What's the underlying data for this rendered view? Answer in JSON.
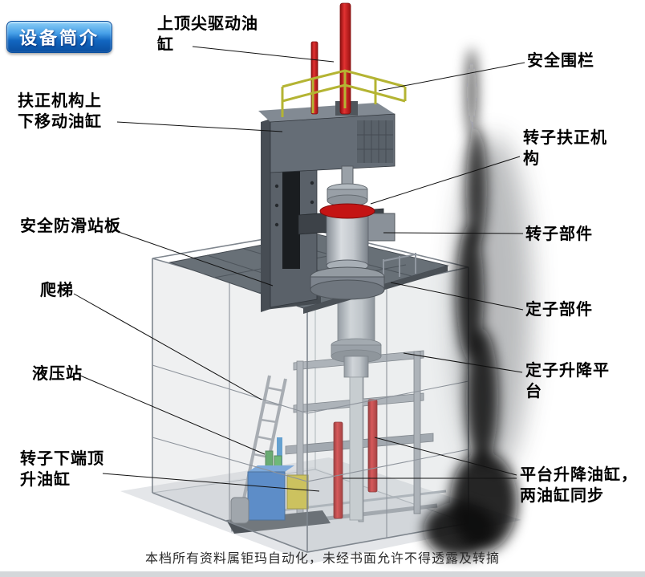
{
  "badge": {
    "label": "设备简介"
  },
  "callouts": [
    {
      "text": "上顶尖驱动油\n缸"
    },
    {
      "text": "安全围栏"
    },
    {
      "text": "扶正机构上\n下移动油缸"
    },
    {
      "text": "转子扶正机\n构"
    },
    {
      "text": "安全防滑站板"
    },
    {
      "text": "转子部件"
    },
    {
      "text": "爬梯"
    },
    {
      "text": "定子部件"
    },
    {
      "text": "液压站"
    },
    {
      "text": "定子升降平\n台"
    },
    {
      "text": "转子下端顶\n升油缸"
    },
    {
      "text": "平台升降油缸，\n两油缸同步"
    }
  ],
  "footer": {
    "text": "本档所有资料属钜玛自动化，未经书面允许不得透露及转摘"
  },
  "illustration": {
    "description": "Isometric 3D CAD render of a rotor/stator assembly machine inside a translucent safety enclosure",
    "colors": {
      "badge_blue": "#1266c0",
      "cylinder_red": "#c41414",
      "railing_yellow": "#b4b433",
      "hydraulic_blue": "#2f72c4",
      "structure_gray": "#687077"
    }
  }
}
